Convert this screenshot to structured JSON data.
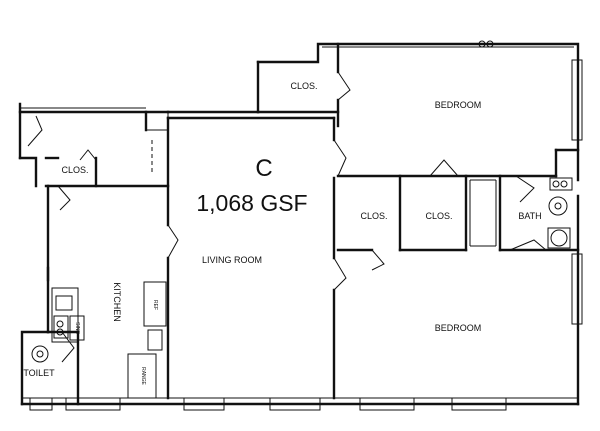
{
  "unit": {
    "letter": "C",
    "area": "1,068 GSF"
  },
  "rooms": {
    "closet_top": "CLOS.",
    "bedroom_top": "BEDROOM",
    "closet_left": "CLOS.",
    "closet_mid_a": "CLOS.",
    "closet_mid_b": "CLOS.",
    "bath": "BATH",
    "living_room": "LIVING ROOM",
    "kitchen": "KITCHEN",
    "bedroom_bottom": "BEDROOM",
    "toilet": "TOILET"
  },
  "fixtures": {
    "sink": "SINK",
    "ref": "REF",
    "range": "RANGE"
  }
}
